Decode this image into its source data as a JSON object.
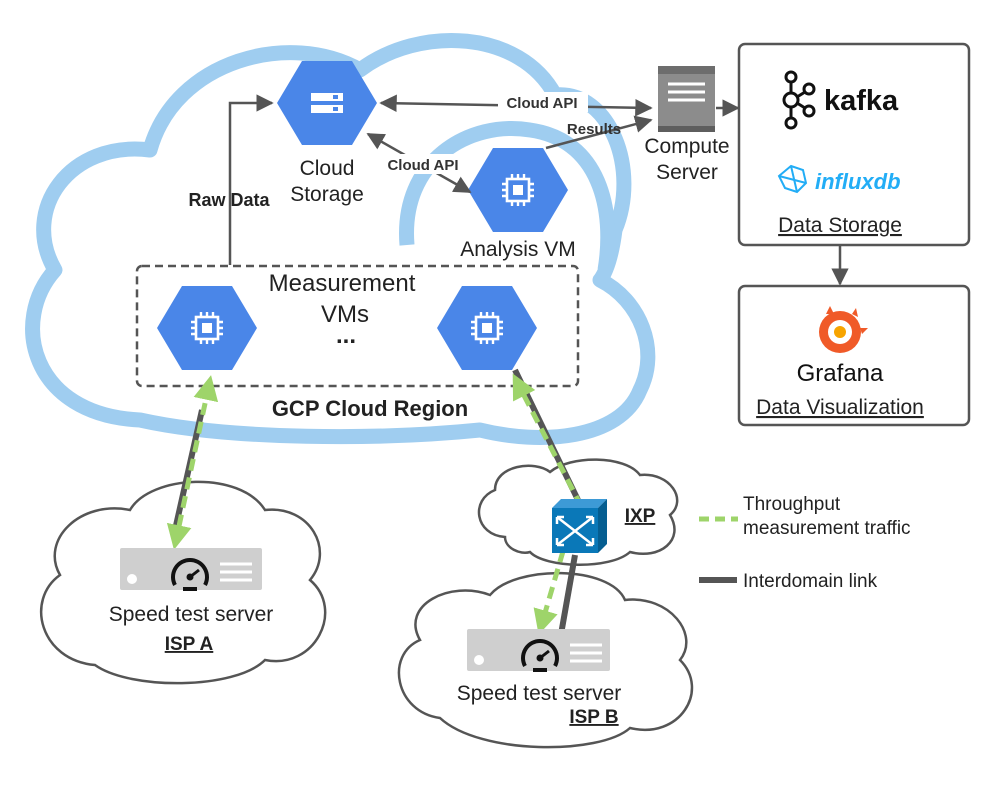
{
  "cloud": {
    "region_label": "GCP Cloud Region"
  },
  "cloud_storage": {
    "line1": "Cloud",
    "line2": "Storage"
  },
  "analysis_vm": {
    "label": "Analysis VM"
  },
  "measurement_vms": {
    "line1": "Measurement",
    "line2": "VMs",
    "ellipsis": "..."
  },
  "edges": {
    "raw_data": "Raw Data",
    "cloud_api_top": "Cloud API",
    "cloud_api_mid": "Cloud API",
    "results": "Results"
  },
  "compute_server": {
    "line1": "Compute",
    "line2": "Server"
  },
  "data_storage": {
    "kafka": "kafka",
    "influxdb": "influxdb",
    "caption": "Data Storage"
  },
  "data_visualization": {
    "grafana": "Grafana",
    "caption": "Data Visualization"
  },
  "ixp": {
    "label": "IXP"
  },
  "isp_a": {
    "server_label": "Speed test server",
    "name": "ISP A"
  },
  "isp_b": {
    "server_label": "Speed test server",
    "name": "ISP B"
  },
  "legend": {
    "throughput_line1": "Throughput",
    "throughput_line2": "measurement traffic",
    "interdomain": "Interdomain link"
  },
  "colors": {
    "cloud_blue": "#9fcdf0",
    "gcp_blue": "#4a86e8",
    "region_text": "#1a73c9",
    "dashed_green": "#9ed46a",
    "link_gray": "#555555",
    "ixp_blue": "#0a78b8",
    "grafana_orange": "#f05a28",
    "influx_blue": "#22adf6"
  }
}
